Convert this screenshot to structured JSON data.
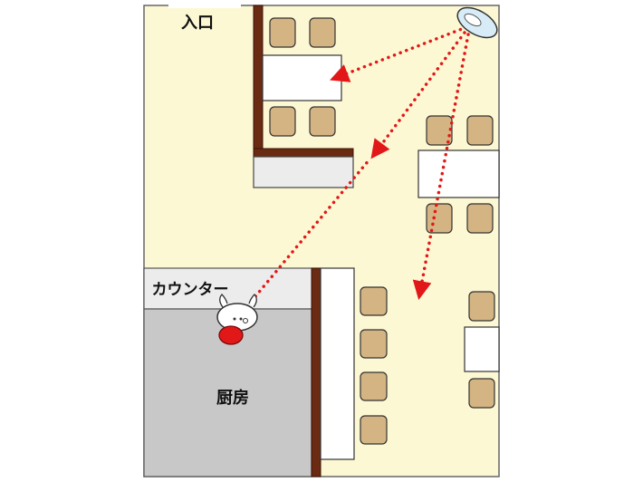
{
  "labels": {
    "entrance": "入口",
    "counter": "カウンター",
    "kitchen": "厨房"
  },
  "colors": {
    "floor": "#fdf8d4",
    "wall": "#6b2a12",
    "counter_area": "#ececec",
    "kitchen": "#c8c8c8",
    "table": "#ffffff",
    "chair": "#d4b483",
    "camera": "#d8ecf8",
    "sightline": "#e21818",
    "staff_cap": "#e21818"
  },
  "icons": {
    "camera": "ceiling-camera-icon",
    "staff": "kitchen-staff-icon",
    "chair": "chair-icon",
    "table": "table-icon"
  }
}
